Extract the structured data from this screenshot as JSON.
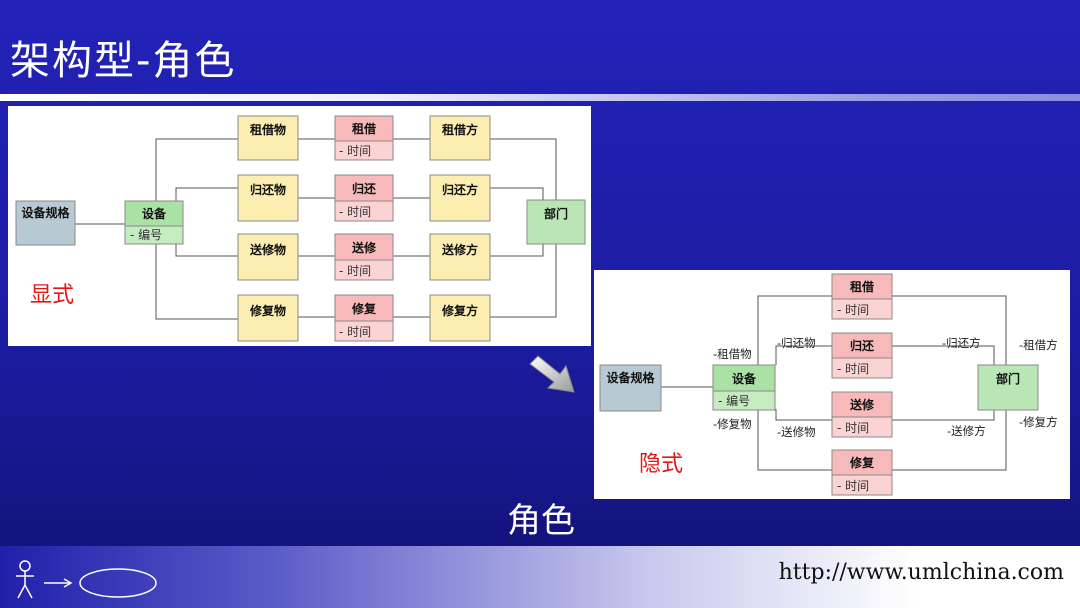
{
  "title": "架构型-角色",
  "caption": "角色",
  "footer_url": "http://www.umlchina.com",
  "explicit": {
    "label": "显式",
    "spec": "设备规格",
    "device": "设备",
    "device_attr": "-  编号",
    "dept": "部门",
    "things": [
      "租借物",
      "归还物",
      "送修物",
      "修复物"
    ],
    "events": [
      "租借",
      "归还",
      "送修",
      "修复"
    ],
    "event_attr": "-  时间",
    "parties": [
      "租借方",
      "归还方",
      "送修方",
      "修复方"
    ]
  },
  "implicit": {
    "label": "隐式",
    "spec": "设备规格",
    "device": "设备",
    "device_attr": "-  编号",
    "dept": "部门",
    "events": [
      "租借",
      "归还",
      "送修",
      "修复"
    ],
    "event_attr": "-  时间",
    "left_roles": [
      "-租借物",
      "-归还物",
      "-送修物",
      "-修复物"
    ],
    "right_roles": [
      "-租借方",
      "-归还方",
      "-送修方",
      "-修复方"
    ]
  },
  "colors": {
    "spec": "#b7c9d3",
    "device": "#c5ebc0",
    "device_head": "#a9e2a4",
    "thing": "#fbeeb0",
    "event_head": "#f7b9b9",
    "event_body": "#fbd3d3",
    "dept": "#b9e6b4",
    "label_red": "#e01818"
  }
}
